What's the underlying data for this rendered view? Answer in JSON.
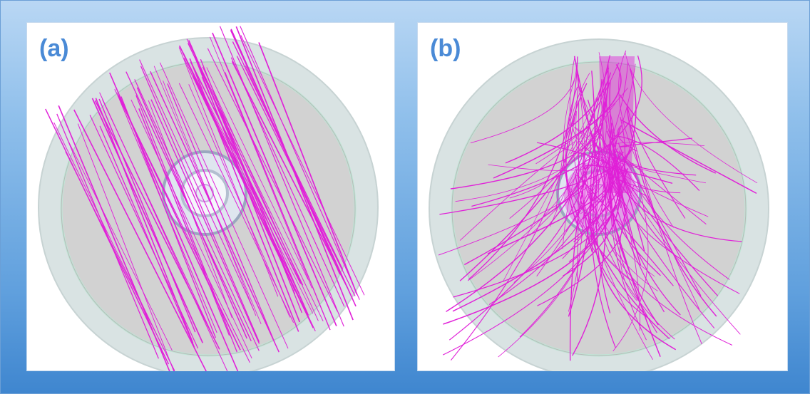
{
  "panels": [
    {
      "id": "a",
      "label": "(a)"
    },
    {
      "id": "b",
      "label": "(b)"
    }
  ],
  "colors": {
    "frame_top": "#b9d7f4",
    "frame_bottom": "#3f86cf",
    "label": "#4a8ad6",
    "track": "#e020d8",
    "detector_outer": "#d8e2e2",
    "detector_inner": "#d3d3d3"
  }
}
